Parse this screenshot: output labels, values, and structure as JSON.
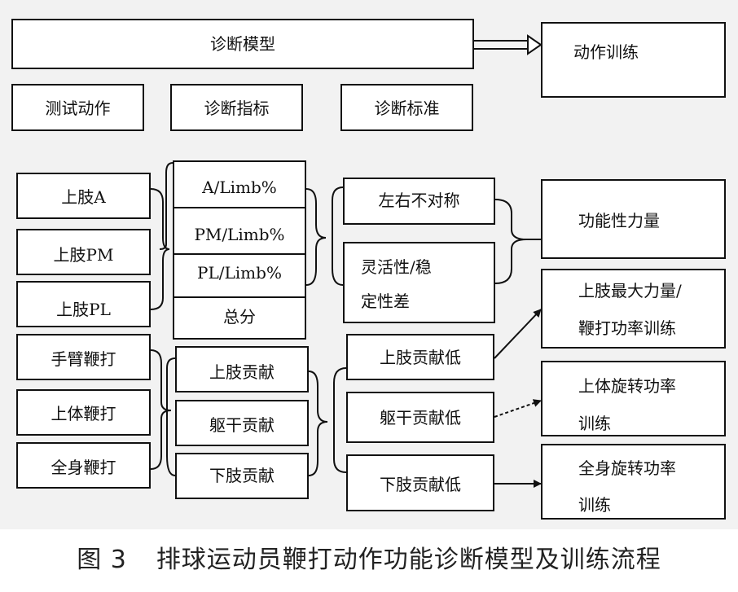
{
  "diagram": {
    "model": "诊断模型",
    "training": "动作训练",
    "headers": {
      "tests": "测试动作",
      "indicators": "诊断指标",
      "standards": "诊断标准"
    },
    "tests": [
      "上肢A",
      "上肢PM",
      "上肢PL",
      "手臂鞭打",
      "上体鞭打",
      "全身鞭打"
    ],
    "indicators_group1": [
      "A/Limb%",
      "PM/Limb%",
      "PL/Limb%",
      "总分"
    ],
    "indicators_group2": [
      "上肢贡献",
      "躯干贡献",
      "下肢贡献"
    ],
    "standards": {
      "asymmetry": "左右不对称",
      "stability_line1": "灵活性/稳",
      "stability_line2": "定性差",
      "upper_low": "上肢贡献低",
      "trunk_low": "躯干贡献低",
      "lower_low": "下肢贡献低"
    },
    "trainings": {
      "functional_strength": "功能性力量",
      "upper_line1": "上肢最大力量/",
      "upper_line2": "鞭打功率训练",
      "trunk_line1": "上体旋转功率",
      "trunk_line2": "训练",
      "whole_line1": "全身旋转功率",
      "whole_line2": "训练"
    }
  },
  "caption": {
    "figure": "图 3",
    "title": "排球运动员鞭打动作功能诊断模型及训练流程"
  }
}
